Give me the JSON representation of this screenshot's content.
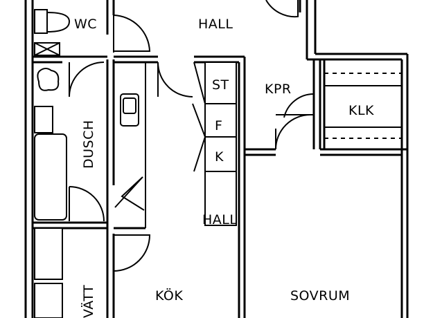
{
  "rooms": {
    "wc": "WC",
    "hall": "HALL",
    "dusch": "DUSCH",
    "st": "ST",
    "f": "F",
    "k": "K",
    "kpr": "KPR",
    "klk": "KLK",
    "kok": "KÖK",
    "sovrum": "SOVRUM",
    "vatt": "VÄTT"
  }
}
